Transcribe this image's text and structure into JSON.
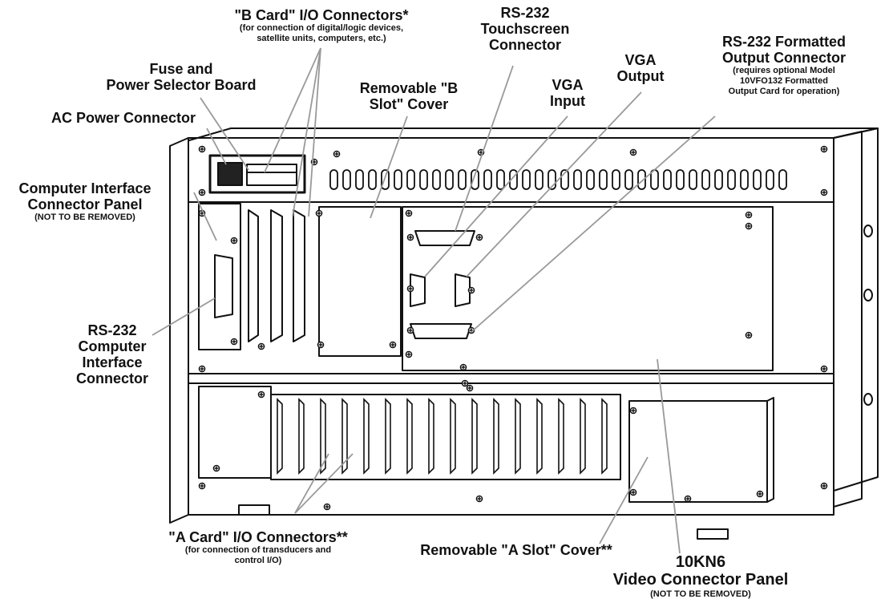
{
  "labels": {
    "b_card": {
      "main": "\"B Card\" I/O Connectors*",
      "sub1": "(for connection of digital/logic devices,",
      "sub2": "satellite units, computers, etc.)"
    },
    "rs232_touch": {
      "l1": "RS-232",
      "l2": "Touchscreen",
      "l3": "Connector"
    },
    "fuse": {
      "l1": "Fuse and",
      "l2": "Power Selector Board"
    },
    "b_slot_cover": {
      "l1": "Removable \"B",
      "l2": "Slot\" Cover"
    },
    "vga_out": {
      "l1": "VGA",
      "l2": "Output"
    },
    "vga_in": {
      "l1": "VGA",
      "l2": "Input"
    },
    "rs232_fmt": {
      "l1": "RS-232 Formatted",
      "l2": "Output Connector",
      "sub1": "(requires optional Model",
      "sub2": "10VFO132 Formatted",
      "sub3": "Output Card for operation)"
    },
    "ac_power": {
      "l1": "AC Power Connector"
    },
    "cip": {
      "l1": "Computer Interface",
      "l2": "Connector Panel",
      "sub": "(NOT TO BE REMOVED)"
    },
    "rs232_ci": {
      "l1": "RS-232",
      "l2": "Computer",
      "l3": "Interface",
      "l4": "Connector"
    },
    "a_card": {
      "main": "\"A Card\" I/O Connectors**",
      "sub1": "(for connection of transducers and",
      "sub2": "control I/O)"
    },
    "a_slot_cover": {
      "l1": "Removable \"A Slot\" Cover**"
    },
    "video_panel": {
      "l1": "10KN6",
      "l2": "Video Connector Panel",
      "sub": "(NOT TO BE REMOVED)"
    }
  }
}
